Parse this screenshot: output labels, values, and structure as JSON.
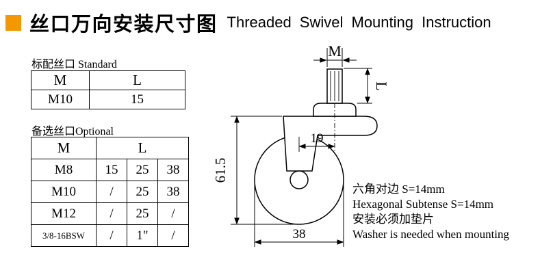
{
  "header": {
    "title_zh": "丝口万向安装尺寸图",
    "title_en": "Threaded Swivel Mounting Instruction"
  },
  "standard_section": {
    "label": "标配丝口 Standard",
    "table": {
      "headers": [
        "M",
        "L"
      ],
      "rows": [
        [
          "M10",
          "15"
        ]
      ]
    }
  },
  "optional_section": {
    "label": "备选丝口Optional",
    "table": {
      "col_m_header": "M",
      "col_l_header": "L",
      "rows": [
        [
          "M8",
          "15",
          "25",
          "38"
        ],
        [
          "M10",
          "/",
          "25",
          "38"
        ],
        [
          "M12",
          "/",
          "25",
          "/"
        ],
        [
          "3/8-16BSW",
          "/",
          "1\"",
          "/"
        ]
      ]
    }
  },
  "drawing": {
    "dim_thread": "M",
    "dim_thread_length": "L",
    "dim_swivel_offset": "19",
    "dim_overall_height": "61.5",
    "dim_wheel_diameter": "38"
  },
  "notes": {
    "lines": [
      "六角对边 S=14mm",
      "Hexagonal Subtense S=14mm",
      "安装必须加垫片",
      "Washer is needed when mounting"
    ]
  },
  "colors": {
    "accent_orange": "#F39800",
    "line_black": "#000000"
  }
}
